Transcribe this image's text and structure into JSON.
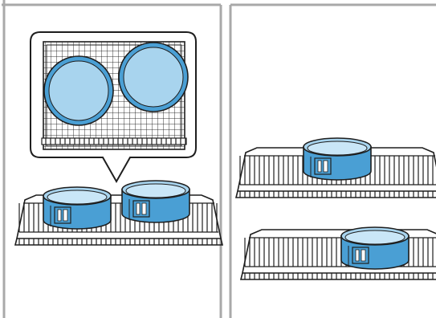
{
  "colors": {
    "frame": "#a9a9a9",
    "line": "#1e1e1e",
    "pan_body": "#4a9fd4",
    "pan_top": "#a8d4ee",
    "pan_inner": "#c9e6f7",
    "background": "#ffffff"
  },
  "panels": [
    {
      "name": "left-panel",
      "content": "two-pans-side-by-side-on-one-rack-with-top-view-callout"
    },
    {
      "name": "right-panel",
      "content": "pans-staggered-on-two-racks"
    }
  ],
  "icons": [
    "springform-pan-icon",
    "oven-rack-icon",
    "callout-bubble-icon"
  ]
}
